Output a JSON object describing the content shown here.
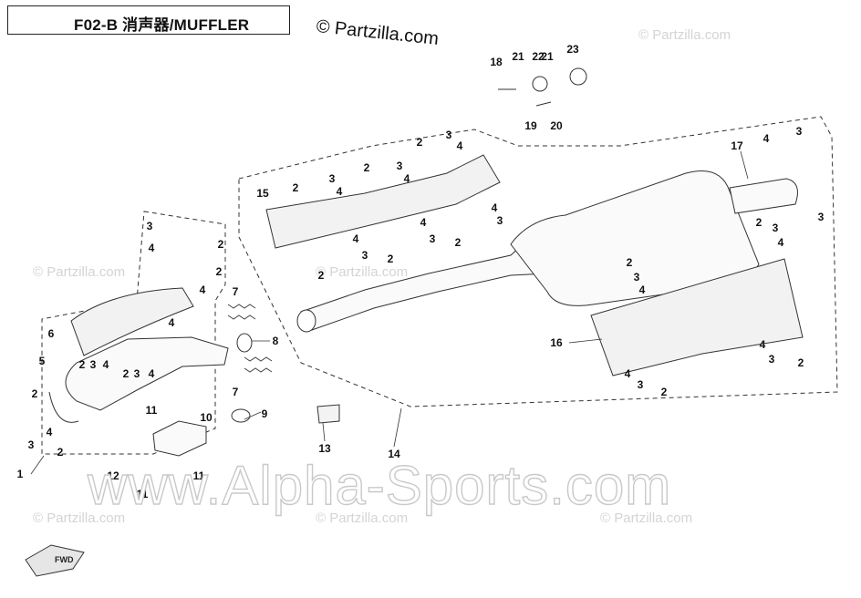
{
  "header": {
    "title": "F02-B 消声器/MUFFLER"
  },
  "copyright": "© Partzilla.com",
  "watermarks": {
    "small": "© Partzilla.com",
    "large": "www.Alpha-Sports.com"
  },
  "fwd_label": "FWD",
  "callouts": [
    "1",
    "2",
    "3",
    "4",
    "5",
    "6",
    "7",
    "8",
    "9",
    "10",
    "11",
    "12",
    "13",
    "14",
    "15",
    "16",
    "17",
    "18",
    "19",
    "20",
    "21",
    "22",
    "23"
  ]
}
